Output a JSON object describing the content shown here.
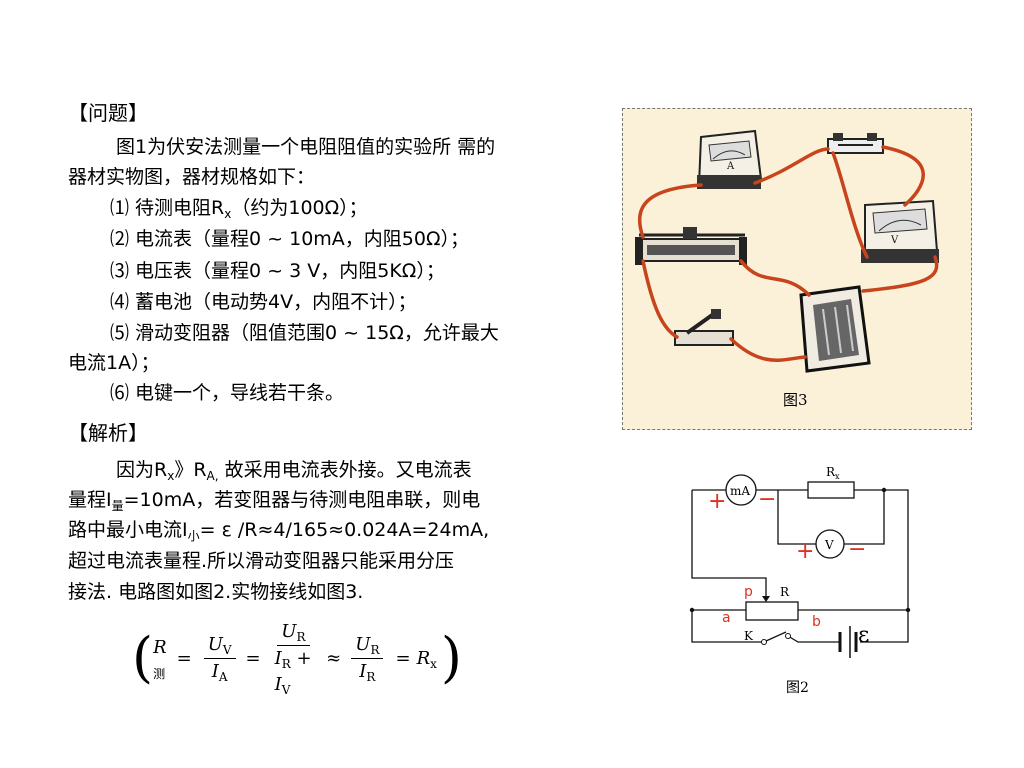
{
  "problem": {
    "heading": "【问题】",
    "line1": "图1为伏安法测量一个电阻阻值的实验所 需的",
    "line2": "器材实物图，器材规格如下：",
    "item1_prefix": "⑴ 待测电阻R",
    "item1_sub": "x",
    "item1_suffix": "（约为100Ω）；",
    "item2": "⑵ 电流表（量程0 ~ 10mA，内阻50Ω）；",
    "item3": "⑶ 电压表（量程0 ~ 3 V，内阻5KΩ）；",
    "item4": "⑷ 蓄电池（电动势4V，内阻不计）；",
    "item5a": "⑸ 滑动变阻器（阻值范围0 ~ 15Ω，允许最大",
    "item5b": "电流1A）；",
    "item6": "⑹ 电键一个，导线若干条。"
  },
  "analysis": {
    "heading": "【解析】",
    "l1_a": "因为R",
    "l1_sub1": "x",
    "l1_b": "》R",
    "l1_sub2": "A,",
    "l1_c": " 故采用电流表外接。又电流表",
    "l2_a": "量程I",
    "l2_sub": "量",
    "l2_b": "=10mA，若变阻器与待测电阻串联，则电",
    "l3_a": "路中最小电流I",
    "l3_sub": "小",
    "l3_b": "= ε /R≈4/165≈0.024A=24mA,",
    "l4": "超过电流表量程.所以滑动变阻器只能采用分压",
    "l5": "接法. 电路图如图2.实物接线如图3."
  },
  "formula": {
    "lhs": "R",
    "lhs_sub": "测",
    "f1_num": "U",
    "f1_num_sub": "V",
    "f1_den": "I",
    "f1_den_sub": "A",
    "f2_num": "U",
    "f2_num_sub": "R",
    "f2_den_a": "I",
    "f2_den_a_sub": "R",
    "f2_den_plus": " + ",
    "f2_den_b": "I",
    "f2_den_b_sub": "V",
    "f3_num": "U",
    "f3_num_sub": "R",
    "f3_den": "I",
    "f3_den_sub": "R",
    "rhs": "R",
    "rhs_sub": "x",
    "eq": "=",
    "approx": "≈"
  },
  "figure3": {
    "caption": "图3",
    "ammeter_label": "A",
    "voltmeter_label": "V",
    "wire_color": "#c8441c"
  },
  "figure2": {
    "caption": "图2",
    "ma_label": "mA",
    "v_label": "V",
    "rx_label": "R",
    "rx_sub": "x",
    "r_label": "R",
    "k_label": "K",
    "emf_label": "ε",
    "p_label": "p",
    "a_label": "a",
    "b_label": "b",
    "plus": "+",
    "minus": "−",
    "red_color": "#e0301e"
  }
}
